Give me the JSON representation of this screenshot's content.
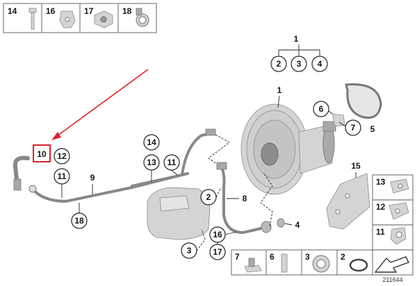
{
  "top_boxes": [
    {
      "label": "14",
      "icon": "bolt-icon"
    },
    {
      "label": "16",
      "icon": "bracket-clip-icon"
    },
    {
      "label": "17",
      "icon": "hex-nut-icon"
    },
    {
      "label": "18",
      "icon": "hose-clamp-icon"
    }
  ],
  "right_boxes": [
    {
      "label": "13",
      "icon": "holder-clip-icon"
    },
    {
      "label": "12",
      "icon": "mounting-bracket-icon"
    },
    {
      "label": "11",
      "icon": "pipe-clip-icon"
    }
  ],
  "bottom_boxes": [
    {
      "label": "7",
      "icon": "spring-clip-icon"
    },
    {
      "label": "6",
      "icon": "pin-icon"
    },
    {
      "label": "3",
      "icon": "grommet-icon"
    },
    {
      "label": "2",
      "icon": "seal-ring-icon"
    }
  ],
  "callouts": {
    "c1_group": "1",
    "c2_group": "2",
    "c3_group": "3",
    "c4_group": "4",
    "c1_booster": "1",
    "c6": "6",
    "c7": "7",
    "c5": "5",
    "c10": "10",
    "c12_left": "12",
    "c11_left": "11",
    "c9": "9",
    "c18": "18",
    "c14": "14",
    "c13": "13",
    "c11_mid": "11",
    "c2": "2",
    "c8": "8",
    "c4": "4",
    "c3": "3",
    "c16": "16",
    "c17": "17",
    "c15": "15"
  },
  "doc_id": "211644",
  "colors": {
    "highlight": "#e0202a",
    "arrow": "#e0202a",
    "part_fill": "#d4d4d4",
    "frame": "#555555"
  }
}
